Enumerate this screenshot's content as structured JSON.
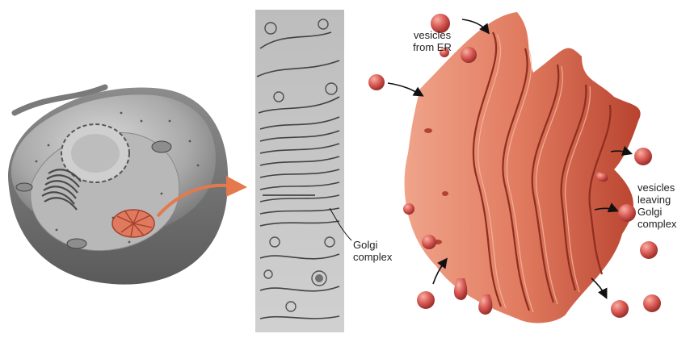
{
  "labels": {
    "vesicles_from_er": "vesicles\nfrom ER",
    "vesicles_leaving_golgi": "vesicles\nleaving\nGolgi\ncomplex",
    "golgi_complex": "Golgi\ncomplex"
  },
  "colors": {
    "cell_gray": "#9a9a9a",
    "golgi_orange": "#e07a5f",
    "golgi_dark": "#b8432f",
    "vesicle_red": "#d95a55",
    "micrograph_bg": "#c7c7c7",
    "arrow_orange": "#e4794d"
  }
}
